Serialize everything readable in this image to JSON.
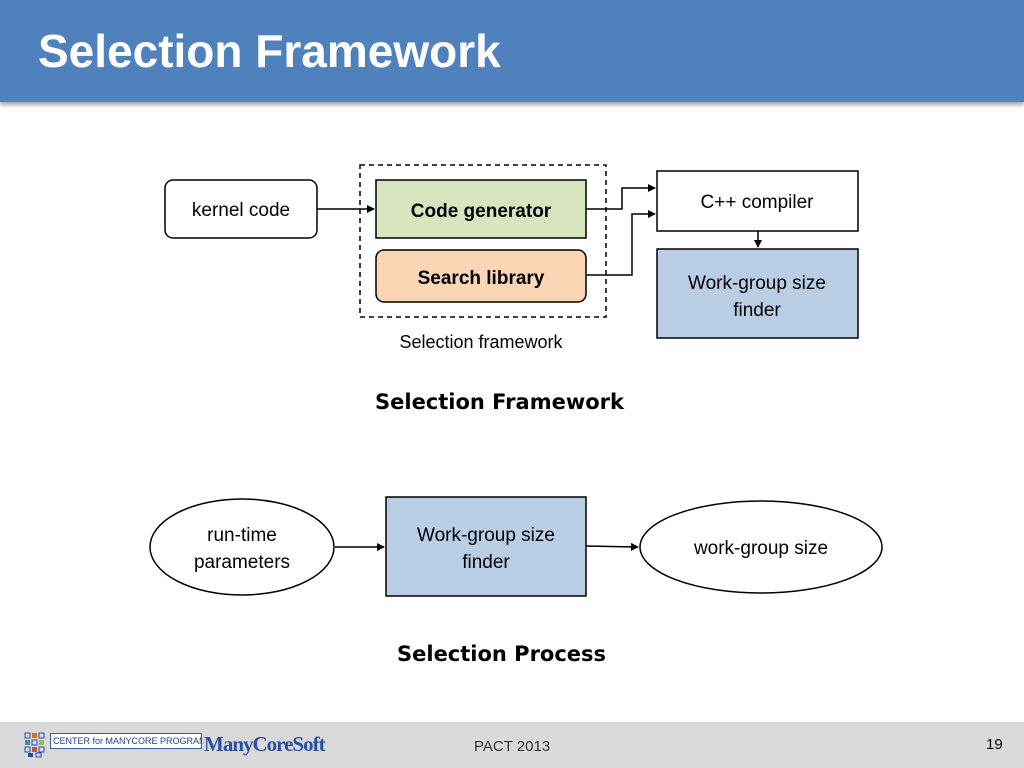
{
  "title": "Selection Framework",
  "top_diagram": {
    "kernel_code": "kernel code",
    "code_generator": "Code generator",
    "search_library": "Search library",
    "cpp_compiler": "C++ compiler",
    "wg_finder_line1": "Work-group size",
    "wg_finder_line2": "finder",
    "framework_label": "Selection framework"
  },
  "top_caption": "Selection Framework",
  "bottom_diagram": {
    "runtime_line1": "run-time",
    "runtime_line2": "parameters",
    "wg_finder_line1": "Work-group size",
    "wg_finder_line2": "finder",
    "wg_size": "work-group size"
  },
  "bottom_caption": "Selection Process",
  "footer": {
    "center_text": "PACT 2013",
    "page_number": "19",
    "logo_center": "CENTER for MANYCORE PROGRAMMING",
    "logo_mcs": "ManyCoreSoft"
  },
  "colors": {
    "title_bar": "#4f81bd",
    "code_generator_fill": "#d7e4bd",
    "search_library_fill": "#fcd5b5",
    "finder_fill": "#b9cde5"
  }
}
